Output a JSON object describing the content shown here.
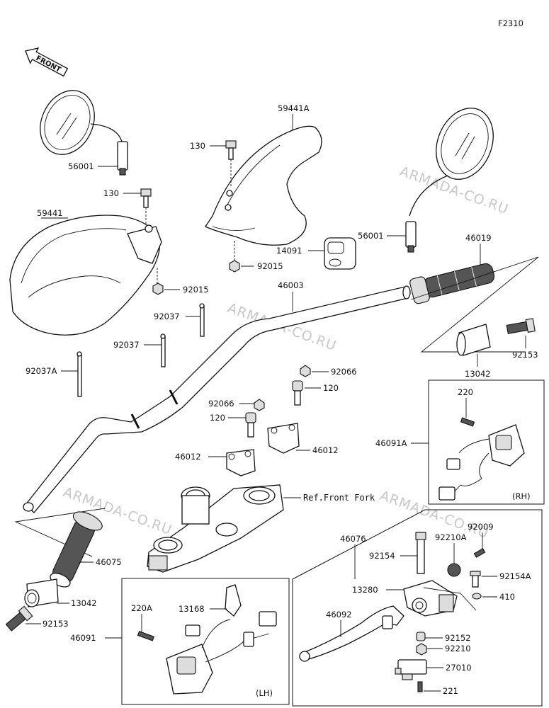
{
  "figure_code": "F2310",
  "front_arrow": "FRONT",
  "watermark": "ARMADA-CO.RU",
  "labels": {
    "p56001_l": "56001",
    "p130_a": "130",
    "p59441": "59441",
    "p92015_a": "92015",
    "p59441A": "59441A",
    "p130_b": "130",
    "p14091": "14091",
    "p92015_b": "92015",
    "p56001_r": "56001",
    "p46019": "46019",
    "p46003": "46003",
    "p92037_a": "92037",
    "p92037_b": "92037",
    "p92037A": "92037A",
    "p92066_a": "92066",
    "p92066_b": "92066",
    "p120_a": "120",
    "p120_b": "120",
    "p46012_a": "46012",
    "p46012_b": "46012",
    "p92153_r": "92153",
    "p13042_r": "13042",
    "p220": "220",
    "p46091A": "46091A",
    "ref_front_fork": "Ref.Front Fork",
    "p46076": "46076",
    "p92009": "92009",
    "p92210A": "92210A",
    "p92154": "92154",
    "p92154A": "92154A",
    "p13280": "13280",
    "p410": "410",
    "p46092": "46092",
    "p92152": "92152",
    "p92210": "92210",
    "p27010": "27010",
    "p221": "221",
    "p46075": "46075",
    "p13042_l": "13042",
    "p92153_l": "92153",
    "p220A": "220A",
    "p13168": "13168",
    "p46091": "46091"
  },
  "box_tags": {
    "rh": "(RH)",
    "lh": "(LH)"
  }
}
